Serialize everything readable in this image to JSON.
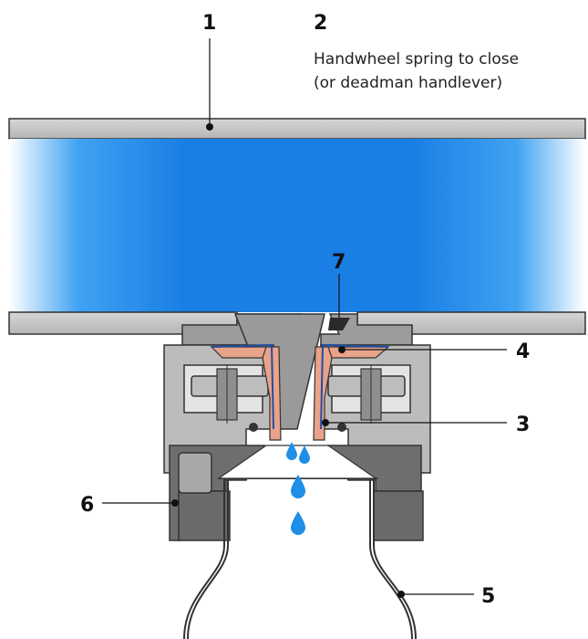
{
  "diagram": {
    "callouts": {
      "c1": "1",
      "c2": "2",
      "c3": "3",
      "c4": "4",
      "c5": "5",
      "c6": "6",
      "c7": "7"
    },
    "caption_2": {
      "line1": "Handwheel spring to close",
      "line2": "(or deadman handlever)"
    }
  },
  "colors": {
    "liquid": "#1e86e6",
    "liquid_edge": "#ffffff",
    "wall": "#c8c8c8",
    "valve_body": "#8a8a8a",
    "valve_dark": "#636363",
    "seal": "#e9a58e",
    "drop": "#1e8ee6"
  }
}
